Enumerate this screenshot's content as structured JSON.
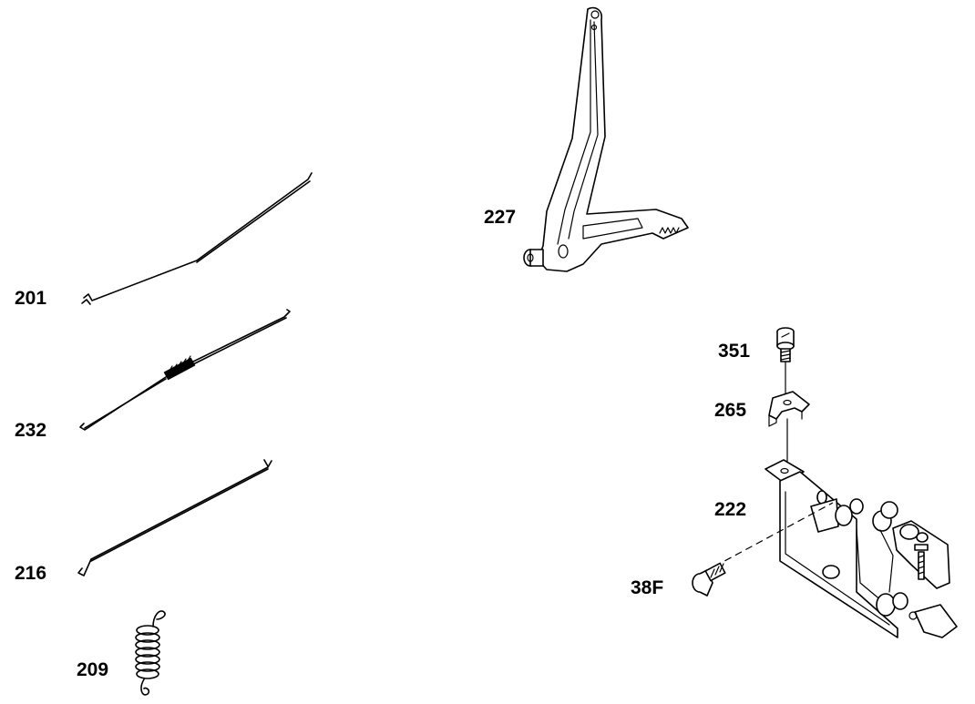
{
  "parts": [
    {
      "id": "wire-201",
      "label": "201"
    },
    {
      "id": "spring-link-232",
      "label": "232"
    },
    {
      "id": "wire-216",
      "label": "216"
    },
    {
      "id": "spring-209",
      "label": "209"
    },
    {
      "id": "lever-227",
      "label": "227"
    },
    {
      "id": "screw-351",
      "label": "351"
    },
    {
      "id": "clip-265",
      "label": "265"
    },
    {
      "id": "bracket-222",
      "label": "222"
    },
    {
      "id": "screw-38F",
      "label": "38F"
    }
  ]
}
